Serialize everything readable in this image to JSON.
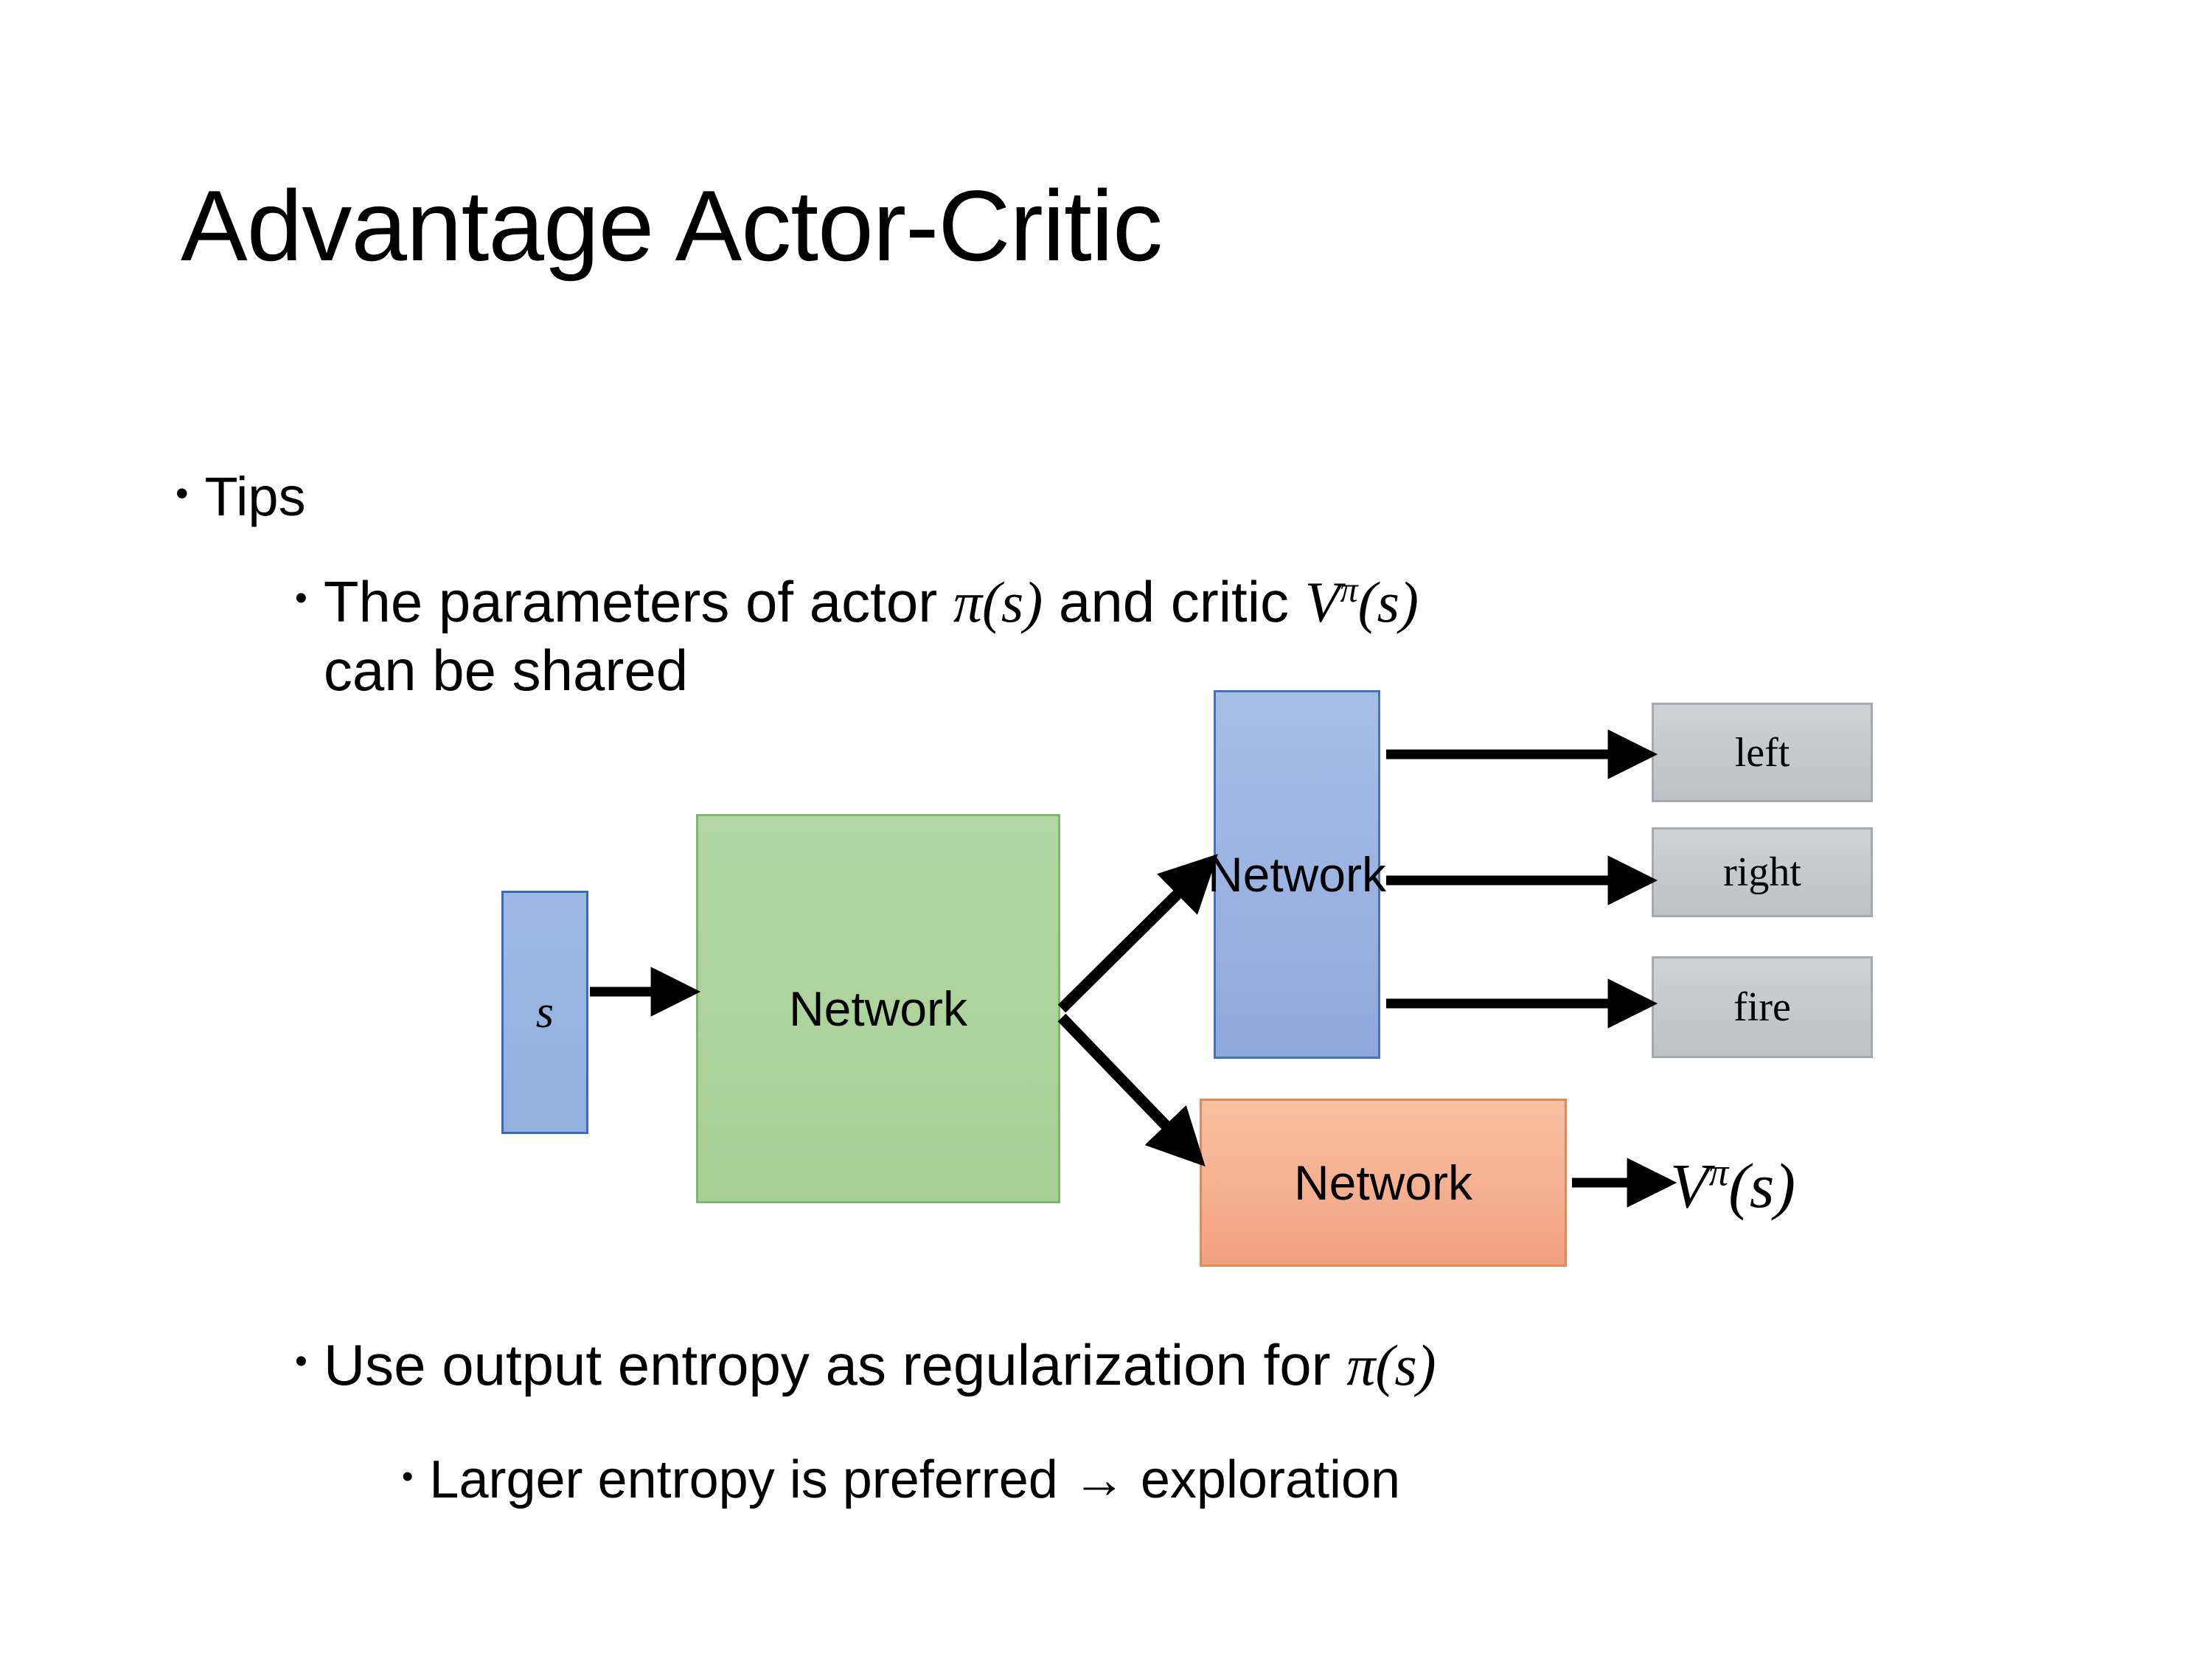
{
  "slide": {
    "title": "Advantage Actor-Critic",
    "background_color": "#FFFFFF"
  },
  "bullets": {
    "tips": {
      "marker": "•",
      "text": "Tips"
    },
    "parameters": {
      "marker": "•",
      "line1_prefix": "The parameters of actor ",
      "pi_symbol": "π",
      "paren_open": "(",
      "s_symbol": "s",
      "paren_close": ")",
      "line1_middle": "  and critic ",
      "v_symbol": "V",
      "v_superscript": "π",
      "line2": "can be shared",
      "full_text": "The parameters of actor π(s)  and critic Vπ(s) can be shared"
    },
    "entropy": {
      "marker": "•",
      "text_prefix": "Use output entropy as regularization for ",
      "pi_symbol": "π",
      "paren_open": "(",
      "s_symbol": "s",
      "paren_close": ")",
      "full_text": "Use output entropy as regularization for π(s)"
    },
    "larger": {
      "marker": "•",
      "text": "Larger entropy is preferred → exploration"
    }
  },
  "diagram": {
    "input_box": {
      "label": "s",
      "fill": "#97B4E0",
      "stroke": "#3C6BB5"
    },
    "shared_box": {
      "label": "Network",
      "fill": "#ADD29C",
      "stroke": "#84B472"
    },
    "actor_box": {
      "label": "Network",
      "fill": "#9AB3E1",
      "stroke": "#4A72B8"
    },
    "critic_box": {
      "label": "Network",
      "fill": "#F5B092",
      "stroke": "#E08A55"
    },
    "action_outputs": [
      {
        "label": "left",
        "fill": "#C6CACD",
        "stroke": "#A6AAAE"
      },
      {
        "label": "right",
        "fill": "#C6CACD",
        "stroke": "#A6AAAE"
      },
      {
        "label": "fire",
        "fill": "#C6CACD",
        "stroke": "#A6AAAE"
      }
    ],
    "value_output": {
      "v_symbol": "V",
      "superscript": "π",
      "paren_open": "(",
      "argument": "s",
      "paren_close": ")",
      "full_text": "Vπ(s)"
    },
    "arrows": [
      {
        "name": "state-to-shared",
        "from": "input_box",
        "to": "shared_box",
        "style": "straight"
      },
      {
        "name": "shared-to-actor",
        "from": "shared_box",
        "to": "actor_box",
        "style": "diagonal-up"
      },
      {
        "name": "shared-to-critic",
        "from": "shared_box",
        "to": "critic_box",
        "style": "diagonal-down"
      },
      {
        "name": "actor-to-left",
        "from": "actor_box",
        "to": "left",
        "style": "straight"
      },
      {
        "name": "actor-to-right",
        "from": "actor_box",
        "to": "right",
        "style": "straight"
      },
      {
        "name": "actor-to-fire",
        "from": "actor_box",
        "to": "fire",
        "style": "straight"
      },
      {
        "name": "critic-to-value",
        "from": "critic_box",
        "to": "value_output",
        "style": "straight"
      }
    ]
  }
}
